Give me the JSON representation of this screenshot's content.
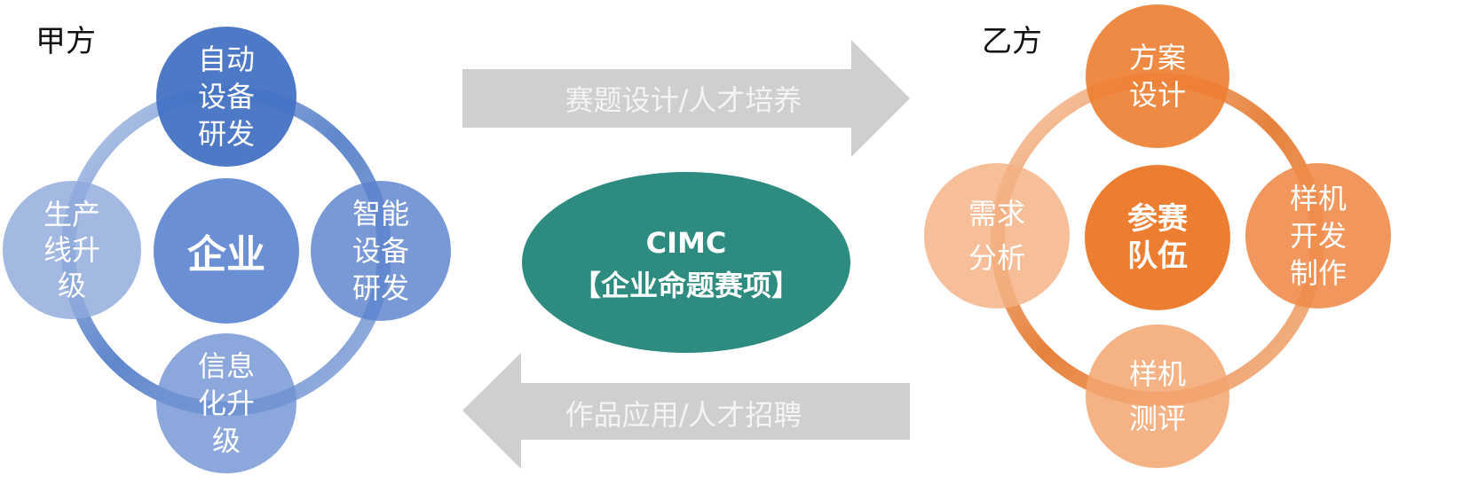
{
  "left_party": {
    "label": "甲方",
    "center": "企业",
    "nodes": {
      "top": "自动\n设备\n研发",
      "right": "智能\n设备\n研发",
      "bottom": "信息\n化升\n级",
      "left": "生产\n线升\n级"
    }
  },
  "right_party": {
    "label": "乙方",
    "center": "参赛\n队伍",
    "nodes": {
      "top": "方案\n设计",
      "right": "样机\n开发\n制作",
      "bottom": "样机\n测评",
      "left": "需求\n分析"
    }
  },
  "middle": {
    "title": "CIMC",
    "subtitle": "【企业命题赛项】",
    "arrow_right_label": "赛题设计/人才培养",
    "arrow_left_label": "作品应用/人才招聘"
  },
  "colors": {
    "blue_dark": "#4472c4",
    "blue_light": "#8faadc",
    "orange_dark": "#ed7d31",
    "orange_light": "#f4b183",
    "teal": "#2e8b7f",
    "arrow_gray": "#d0cece"
  }
}
